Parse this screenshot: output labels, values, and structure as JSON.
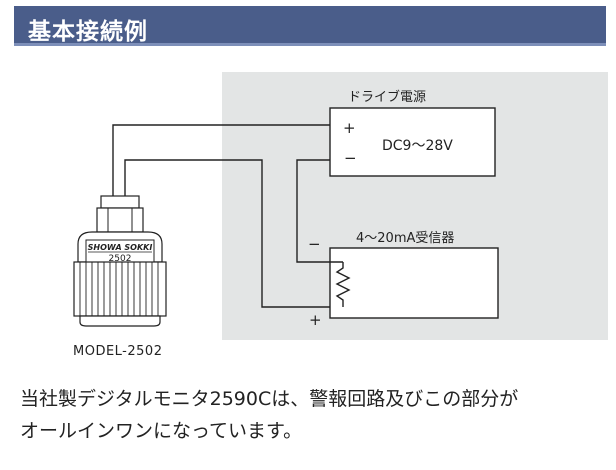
{
  "header": {
    "title": "基本接続例"
  },
  "colors": {
    "header_bg": "#4a5d8a",
    "panel_bg": "#e3e5e5",
    "line": "#222222"
  },
  "diagram": {
    "power_supply": {
      "title": "ドライブ電源",
      "plus": "+",
      "minus": "−",
      "voltage": "DC9〜28V"
    },
    "receiver": {
      "title": "4〜20mA受信器",
      "minus": "−",
      "plus": "+"
    },
    "sensor": {
      "brand": "SHOWA SOKKI",
      "model_number": "2502",
      "model_label": "MODEL-2502"
    }
  },
  "caption": {
    "line1": "当社製デジタルモニタ2590Cは、警報回路及びこの部分が",
    "line2": "オールインワンになっています。"
  }
}
